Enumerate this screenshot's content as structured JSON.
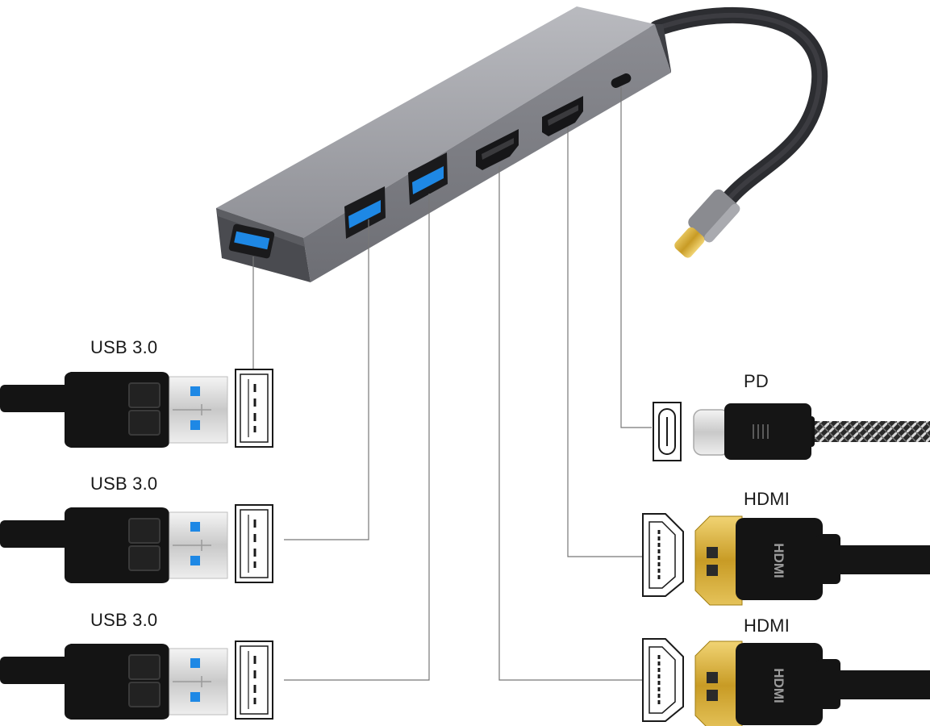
{
  "labels": {
    "usb_1": "USB 3.0",
    "usb_2": "USB 3.0",
    "usb_3": "USB 3.0",
    "pd": "PD",
    "hdmi_1": "HDMI",
    "hdmi_2": "HDMI"
  },
  "connector_text": {
    "hdmi_plug_1": "HDMI",
    "hdmi_plug_2": "HDMI"
  },
  "colors": {
    "hub_body": "#9d9ea4",
    "hub_end": "#4a4b50",
    "cable": "#2b2c30",
    "plug_black": "#111111",
    "usb_blue": "#1e88e5",
    "hdmi_gold": "#c9a227"
  },
  "icons": [
    "usb-port-icon",
    "usb-c-port-icon",
    "hdmi-port-icon"
  ]
}
